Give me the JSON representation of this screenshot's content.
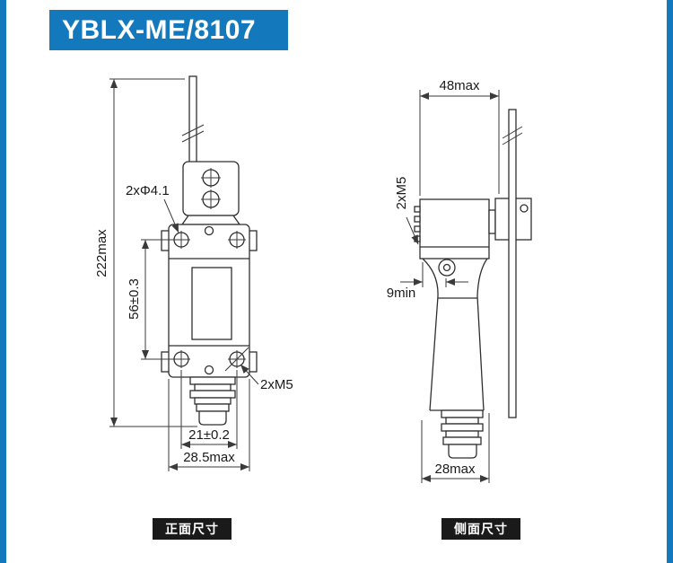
{
  "header": {
    "title": "YBLX-ME/8107"
  },
  "colors": {
    "accent": "#1478bd",
    "caption_bg": "#1a1a1a",
    "line": "#2f2f2f"
  },
  "front_view": {
    "caption": "正面尺寸",
    "dim_height": "222max",
    "dim_holes": "2xΦ4.1",
    "dim_hole_spacing_v": "56±0.3",
    "dim_thread": "2xM5",
    "dim_hole_spacing_h": "21±0.2",
    "dim_width": "28.5max"
  },
  "side_view": {
    "caption": "侧面尺寸",
    "dim_width_top": "48max",
    "dim_thread": "2xM5",
    "dim_offset": "9min",
    "dim_width_bottom": "28max"
  }
}
